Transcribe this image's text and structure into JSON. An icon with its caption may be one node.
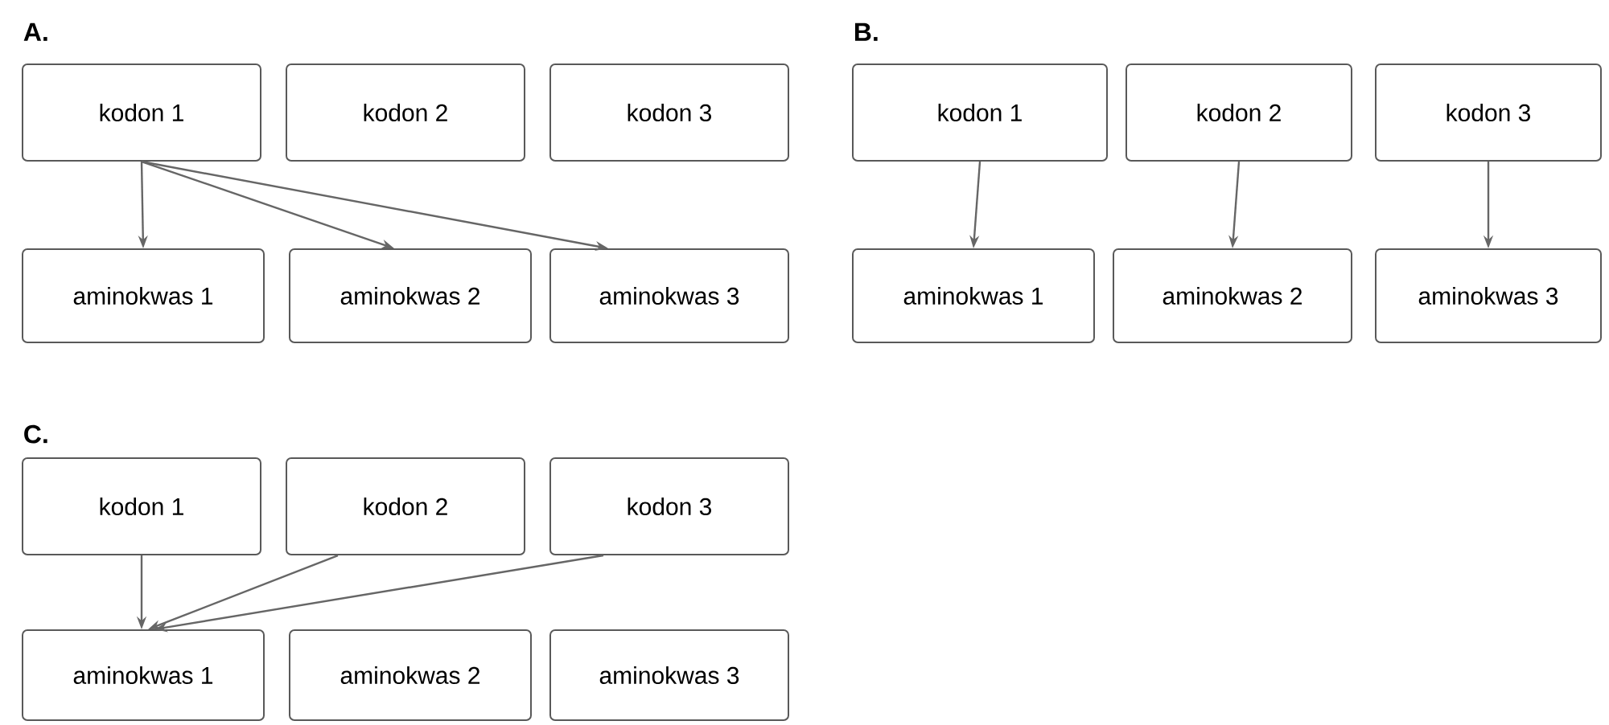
{
  "diagram": {
    "nodes": [
      {
        "text": [
          "kodon 1"
        ]
      },
      {
        "text": [
          "kodon 2"
        ]
      },
      {
        "text": [
          "kodon 3"
        ]
      },
      {
        "text": [
          "aminokwas 1"
        ]
      },
      {
        "text": [
          "aminokwas 2"
        ]
      },
      {
        "text": [
          "aminokwas 3"
        ]
      },
      {
        "text": [
          "kodon 1"
        ]
      },
      {
        "text": [
          "kodon 2"
        ]
      },
      {
        "text": [
          "kodon 3"
        ]
      },
      {
        "text": [
          "aminokwas 1"
        ]
      },
      {
        "text": [
          "aminokwas 2"
        ]
      },
      {
        "text": [
          "aminokwas 3"
        ]
      },
      {
        "text": [
          "kodon 1"
        ]
      },
      {
        "text": [
          "kodon 2"
        ]
      },
      {
        "text": [
          "kodon 3"
        ]
      },
      {
        "text": [
          "aminokwas 1"
        ]
      },
      {
        "text": [
          "aminokwas 2"
        ]
      },
      {
        "text": [
          "aminokwas 3"
        ]
      }
    ],
    "edges": [
      {
        "from": 0,
        "to": 3,
        "arrow": "to"
      },
      {
        "from": 0,
        "to": 4,
        "arrow": "to"
      },
      {
        "from": 0,
        "to": 5,
        "arrow": "to"
      },
      {
        "from": 6,
        "to": 9,
        "arrow": "to"
      },
      {
        "from": 7,
        "to": 10,
        "arrow": "to"
      },
      {
        "from": 8,
        "to": 11,
        "arrow": "to"
      },
      {
        "from": 12,
        "to": 15,
        "arrow": "to"
      },
      {
        "from": 13,
        "to": 15,
        "arrow": "to"
      },
      {
        "from": 14,
        "to": 15,
        "arrow": "to"
      }
    ],
    "labels": [
      "A.",
      "B.",
      "C."
    ]
  }
}
